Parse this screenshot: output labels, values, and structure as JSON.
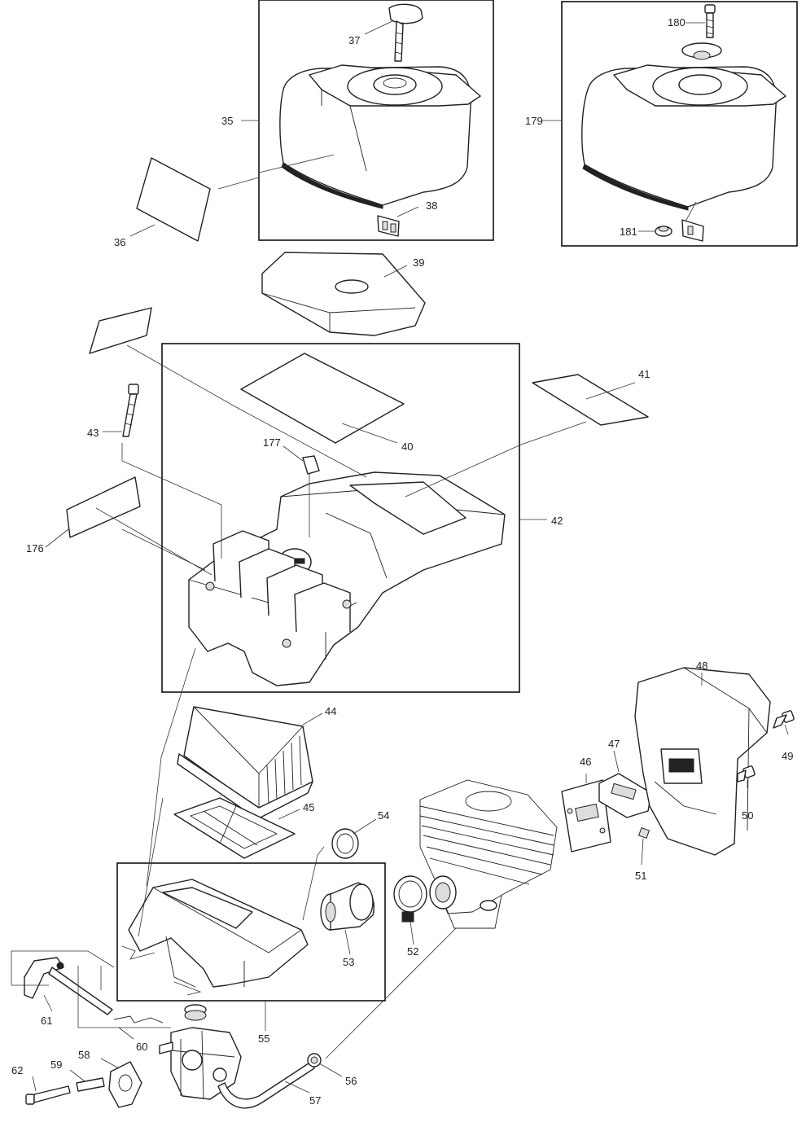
{
  "diagram": {
    "type": "exploded-parts-view",
    "callouts": [
      {
        "id": "c35",
        "label": "35"
      },
      {
        "id": "c36",
        "label": "36"
      },
      {
        "id": "c37",
        "label": "37"
      },
      {
        "id": "c38",
        "label": "38"
      },
      {
        "id": "c39",
        "label": "39"
      },
      {
        "id": "c40",
        "label": "40"
      },
      {
        "id": "c41",
        "label": "41"
      },
      {
        "id": "c42",
        "label": "42"
      },
      {
        "id": "c43",
        "label": "43"
      },
      {
        "id": "c44",
        "label": "44"
      },
      {
        "id": "c45",
        "label": "45"
      },
      {
        "id": "c46",
        "label": "46"
      },
      {
        "id": "c47",
        "label": "47"
      },
      {
        "id": "c48",
        "label": "48"
      },
      {
        "id": "c49",
        "label": "49"
      },
      {
        "id": "c50",
        "label": "50"
      },
      {
        "id": "c51",
        "label": "51"
      },
      {
        "id": "c52",
        "label": "52"
      },
      {
        "id": "c53",
        "label": "53"
      },
      {
        "id": "c54",
        "label": "54"
      },
      {
        "id": "c55",
        "label": "55"
      },
      {
        "id": "c56",
        "label": "56"
      },
      {
        "id": "c57",
        "label": "57"
      },
      {
        "id": "c58",
        "label": "58"
      },
      {
        "id": "c59",
        "label": "59"
      },
      {
        "id": "c60",
        "label": "60"
      },
      {
        "id": "c61",
        "label": "61"
      },
      {
        "id": "c62",
        "label": "62"
      },
      {
        "id": "c176",
        "label": "176"
      },
      {
        "id": "c177",
        "label": "177"
      },
      {
        "id": "c179",
        "label": "179"
      },
      {
        "id": "c180",
        "label": "180"
      },
      {
        "id": "c181",
        "label": "181"
      }
    ]
  }
}
